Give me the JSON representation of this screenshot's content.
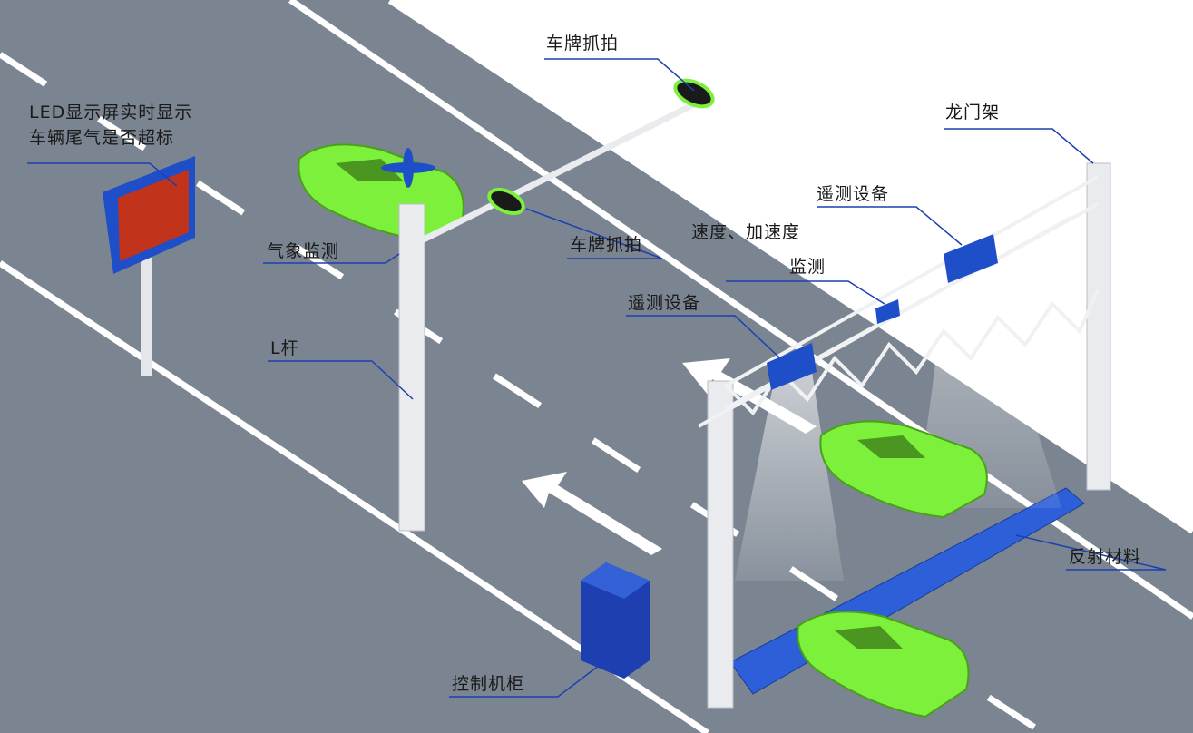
{
  "labels": {
    "plate_capture_top": "车牌抓拍",
    "led_line1": "LED显示屏实时显示",
    "led_line2": "车辆尾气是否超标",
    "weather": "气象监测",
    "plate_capture_mid": "车牌抓拍",
    "gantry": "龙门架",
    "telemetry_right": "遥测设备",
    "speed_line1": "速度、加速度",
    "speed_line2": "监测",
    "telemetry_left": "遥测设备",
    "l_pole": "L杆",
    "reflector": "反射材料",
    "cabinet": "控制机柜"
  },
  "colors": {
    "road": "#7b8591",
    "car": "#7cf03a",
    "device": "#1e4fc8",
    "led_screen": "#c2331c"
  }
}
